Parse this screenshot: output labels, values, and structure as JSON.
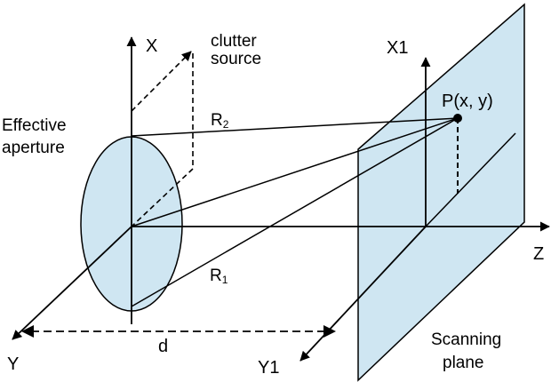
{
  "labels": {
    "axis_x": "X",
    "axis_y": "Y",
    "axis_z": "Z",
    "axis_x1": "X1",
    "axis_y1": "Y1",
    "clutter_line1": "clutter",
    "clutter_line2": "source",
    "aperture_line1": "Effective",
    "aperture_line2": "aperture",
    "r2_base": "R",
    "r2_sub": "2",
    "r1_base": "R",
    "r1_sub": "1",
    "point": "P(x, y)",
    "distance": "d",
    "plane_line1": "Scanning",
    "plane_line2": "plane"
  },
  "colors": {
    "fill": "#cfe6f2",
    "stroke": "#000000"
  }
}
